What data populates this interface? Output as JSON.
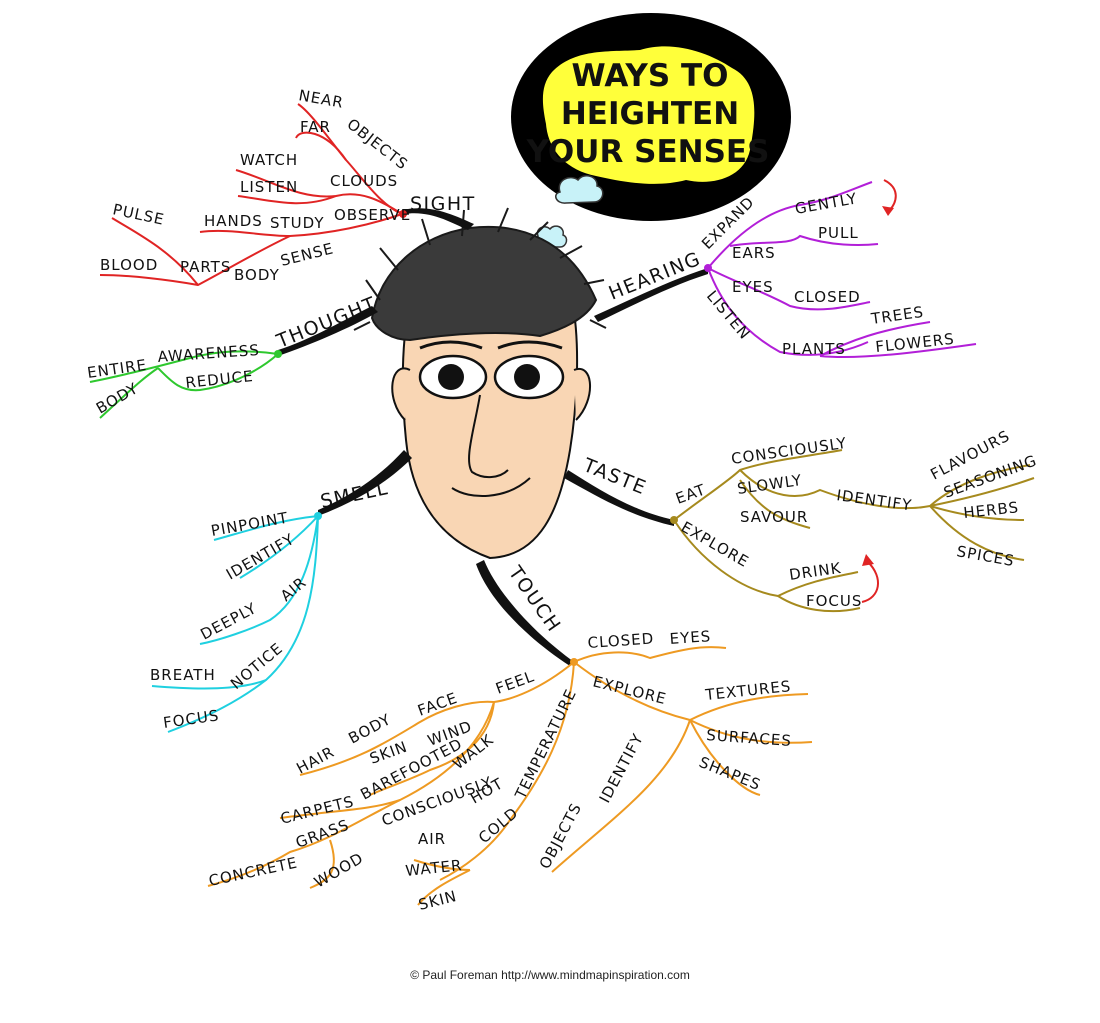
{
  "title": {
    "line1": "WAYS TO",
    "line2": "HEIGHTEN",
    "line3": "YOUR SENSES"
  },
  "colors": {
    "sight": "#e02424",
    "hearing": "#b21fd8",
    "thought": "#2ec82e",
    "smell": "#1fd0e0",
    "taste": "#a68a1e",
    "touch": "#ee9a22",
    "bubble_fill": "#ffff3a",
    "bubble_ring": "#000000",
    "cloud": "#c8f2f8",
    "skin": "#f9d6b4"
  },
  "icons": {
    "face": "cartoon-face-illustration",
    "arrow": "curved-red-arrow",
    "cloud": "thought-cloud"
  },
  "branches": {
    "sight": {
      "label": "SIGHT",
      "words": {
        "near": "NEAR",
        "far": "FAR",
        "objects": "OBJECTS",
        "watch": "WATCH",
        "listen": "LISTEN",
        "clouds": "CLOUDS",
        "hands": "HANDS",
        "study": "STUDY",
        "observe": "OBSERVE",
        "pulse": "PULSE",
        "blood": "BLOOD",
        "parts": "PARTS",
        "body": "BODY",
        "sense": "SENSE"
      }
    },
    "hearing": {
      "label": "HEARING",
      "words": {
        "expand": "EXPAND",
        "ears": "EARS",
        "gently": "GENTLY",
        "pull": "PULL",
        "eyes": "EYES",
        "closed": "CLOSED",
        "listen": "LISTEN",
        "plants": "PLANTS",
        "trees": "TREES",
        "flowers": "FLOWERS"
      }
    },
    "thought": {
      "label": "THOUGHT",
      "words": {
        "entire": "ENTIRE",
        "awareness": "AWARENESS",
        "reduce": "REDUCE",
        "body": "BODY"
      }
    },
    "smell": {
      "label": "SMELL",
      "words": {
        "pinpoint": "PINPOINT",
        "identify": "IDENTIFY",
        "deeply": "DEEPLY",
        "air": "AIR",
        "notice": "NOTICE",
        "breath": "BREATH",
        "focus": "FOCUS"
      }
    },
    "taste": {
      "label": "TASTE",
      "words": {
        "eat": "EAT",
        "consciously": "CONSCIOUSLY",
        "slowly": "SLOWLY",
        "savour": "SAVOUR",
        "identify": "IDENTIFY",
        "flavours": "FLAVOURS",
        "seasoning": "SEASONING",
        "herbs": "HERBS",
        "spices": "SPICES",
        "explore": "EXPLORE",
        "drink": "DRINK",
        "focus": "FOCUS"
      }
    },
    "touch": {
      "label": "TOUCH",
      "words": {
        "closed": "CLOSED",
        "eyes": "EYES",
        "explore": "EXPLORE",
        "textures": "TEXTURES",
        "surfaces": "SURFACES",
        "shapes": "SHAPES",
        "identify": "IDENTIFY",
        "objects": "OBJECTS",
        "feel": "FEEL",
        "face": "FACE",
        "body": "BODY",
        "hair": "HAIR",
        "skin": "SKIN",
        "wind": "WIND",
        "walk": "WALK",
        "barefooted": "BAREFOOTED",
        "consciously": "CONSCIOUSLY",
        "carpets": "CARPETS",
        "grass": "GRASS",
        "concrete": "CONCRETE",
        "wood": "WOOD",
        "temperature": "TEMPERATURE",
        "hot": "HOT",
        "cold": "COLD",
        "air": "AIR",
        "water": "WATER",
        "skin2": "SKIN"
      }
    }
  },
  "credit": "© Paul Foreman http://www.mindmapinspiration.com"
}
